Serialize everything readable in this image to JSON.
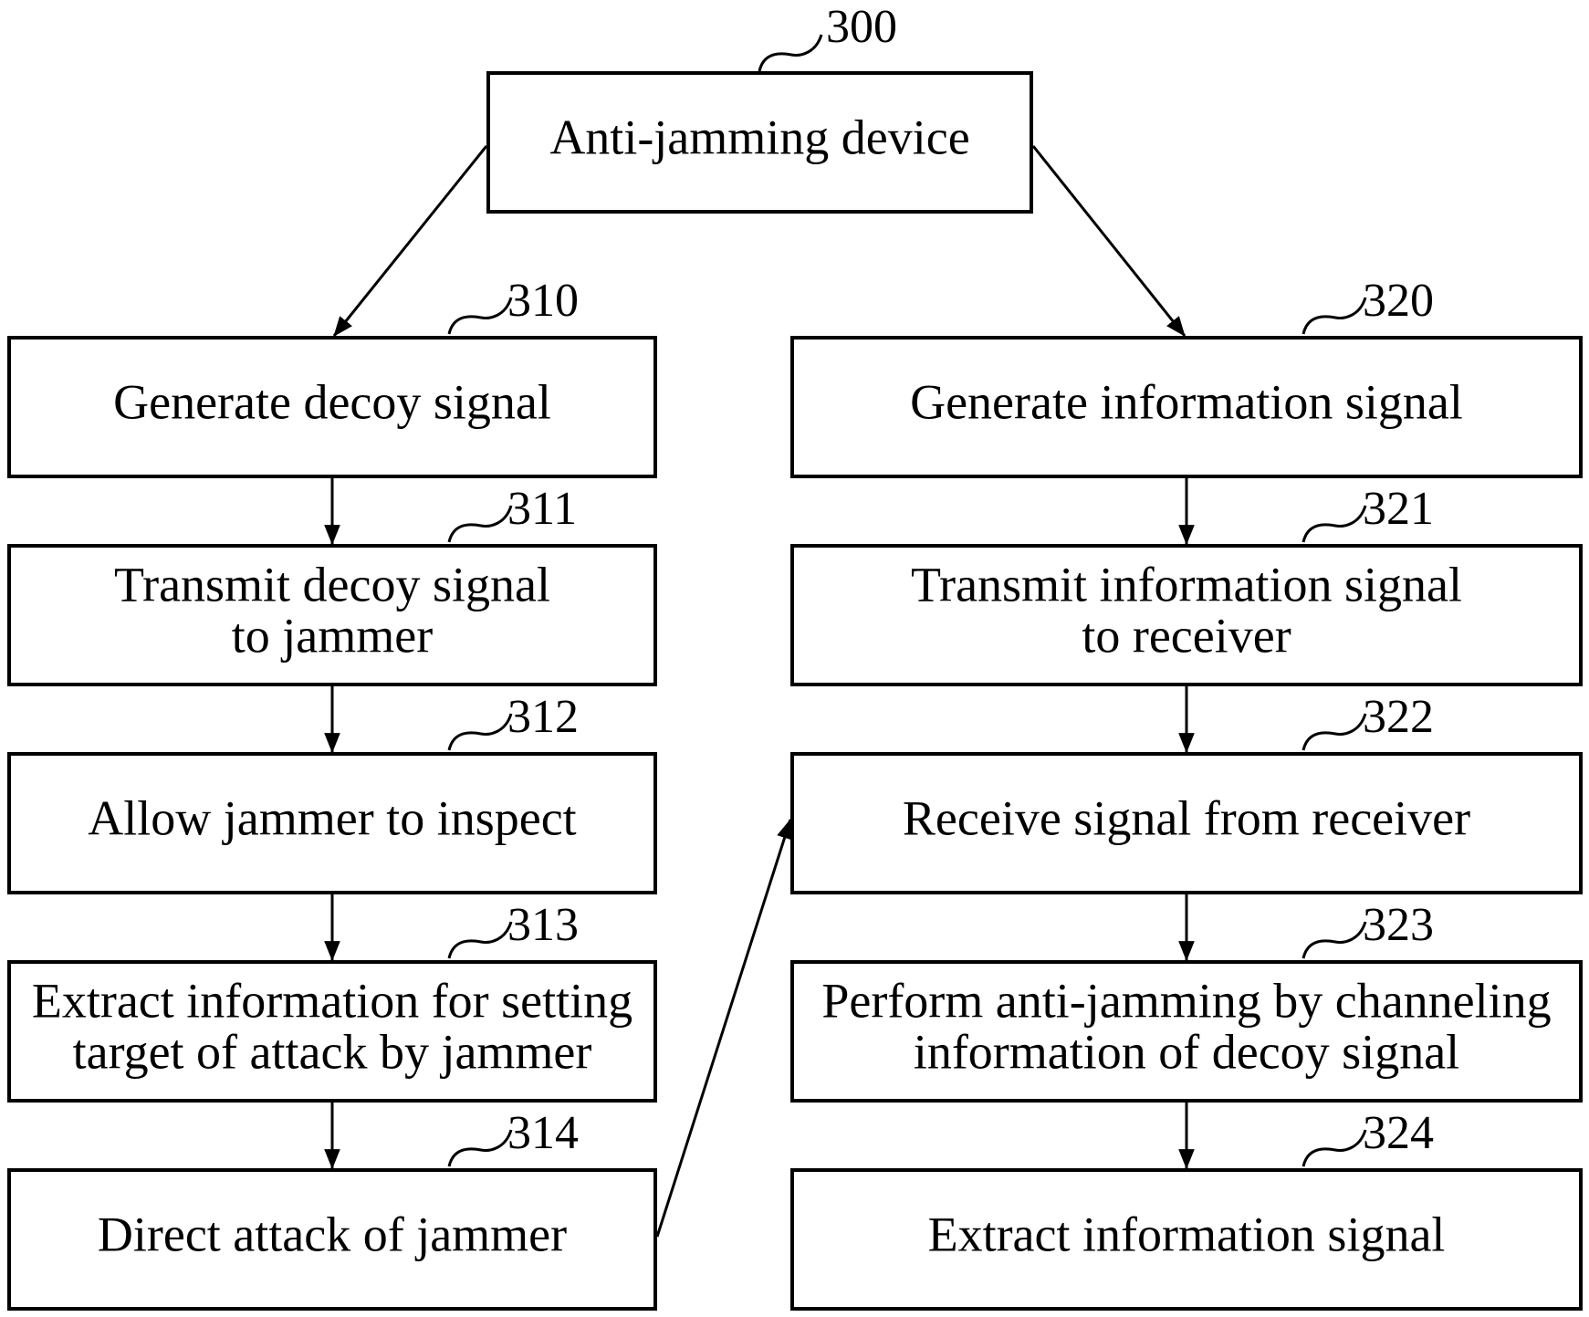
{
  "nodes": [
    {
      "id": "300",
      "ref": "300",
      "lines": [
        "Anti-jamming device"
      ]
    },
    {
      "id": "310",
      "ref": "310",
      "lines": [
        "Generate decoy signal"
      ]
    },
    {
      "id": "311",
      "ref": "311",
      "lines": [
        "Transmit decoy signal",
        "to jammer"
      ]
    },
    {
      "id": "312",
      "ref": "312",
      "lines": [
        "Allow jammer to inspect"
      ]
    },
    {
      "id": "313",
      "ref": "313",
      "lines": [
        "Extract information for setting",
        "target of attack by jammer"
      ]
    },
    {
      "id": "314",
      "ref": "314",
      "lines": [
        "Direct attack of jammer"
      ]
    },
    {
      "id": "320",
      "ref": "320",
      "lines": [
        "Generate information signal"
      ]
    },
    {
      "id": "321",
      "ref": "321",
      "lines": [
        "Transmit information signal",
        "to receiver"
      ]
    },
    {
      "id": "322",
      "ref": "322",
      "lines": [
        "Receive signal from receiver"
      ]
    },
    {
      "id": "323",
      "ref": "323",
      "lines": [
        "Perform anti-jamming by channeling",
        "information of decoy signal"
      ]
    },
    {
      "id": "324",
      "ref": "324",
      "lines": [
        "Extract information signal"
      ]
    }
  ],
  "edges": [
    {
      "from": "300",
      "to": "310"
    },
    {
      "from": "300",
      "to": "320"
    },
    {
      "from": "310",
      "to": "311"
    },
    {
      "from": "311",
      "to": "312"
    },
    {
      "from": "312",
      "to": "313"
    },
    {
      "from": "313",
      "to": "314"
    },
    {
      "from": "314",
      "to": "322"
    },
    {
      "from": "320",
      "to": "321"
    },
    {
      "from": "321",
      "to": "322"
    },
    {
      "from": "322",
      "to": "323"
    },
    {
      "from": "323",
      "to": "324"
    }
  ]
}
